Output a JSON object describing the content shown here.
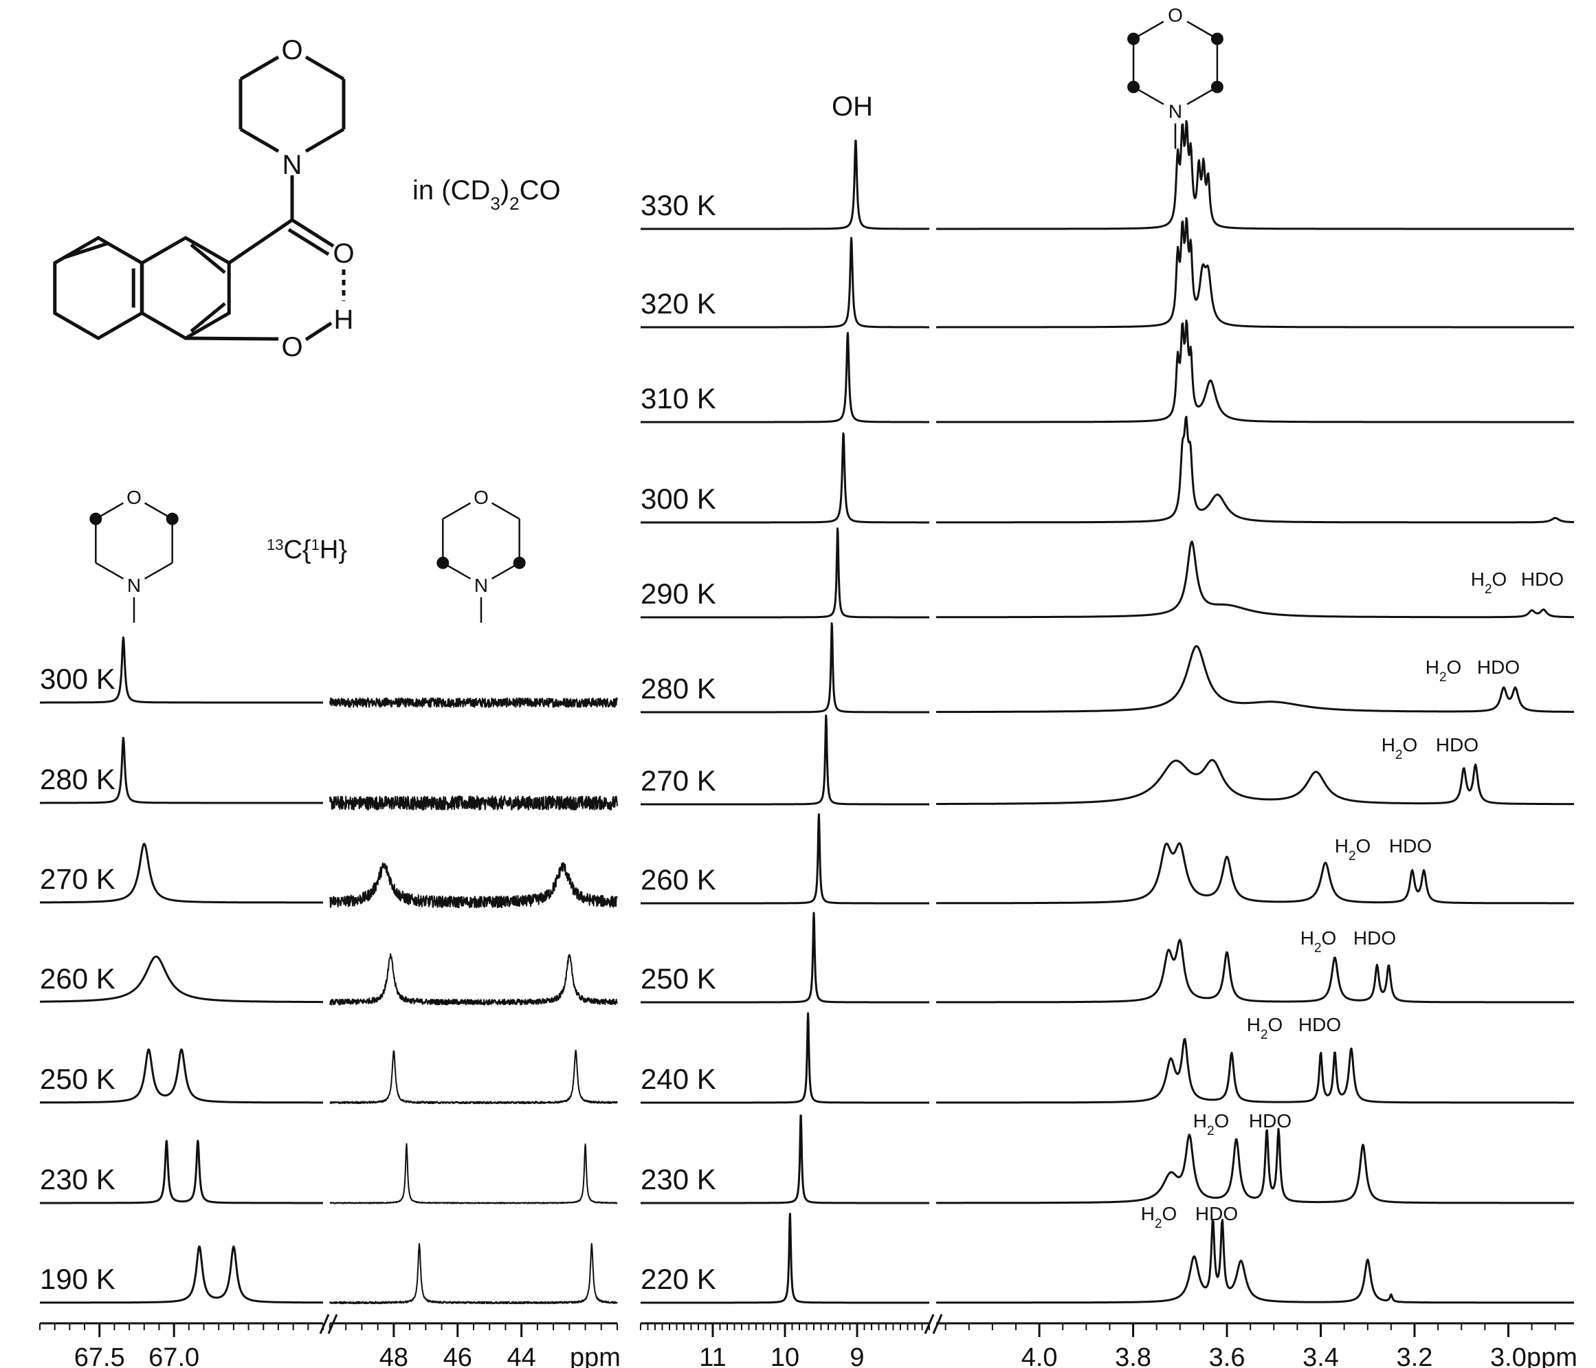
{
  "solvent_label": "in (CD3)2CO",
  "carbon_label": "13C{1H}",
  "oh_label": "OH",
  "h2o_label": "H2O",
  "hdo_label": "HDO",
  "structure_atoms": {
    "O": "O",
    "N": "N",
    "H": "H"
  },
  "chart_data": [
    {
      "id": "c13-methylene",
      "type": "line",
      "panel": "13C{1H} NMR",
      "xlabel": "",
      "tick_labels": [
        "67.5",
        "67.0"
      ],
      "xlim": [
        66.0,
        67.9
      ],
      "x_reversed": true,
      "series": [
        {
          "name": "300 K",
          "peaks": [
            {
              "x": 67.34,
              "h": 1.0,
              "w": 0.012
            }
          ]
        },
        {
          "name": "280 K",
          "peaks": [
            {
              "x": 67.34,
              "h": 1.0,
              "w": 0.012
            }
          ]
        },
        {
          "name": "270 K",
          "peaks": [
            {
              "x": 67.2,
              "h": 0.9,
              "w": 0.04
            }
          ]
        },
        {
          "name": "260 K",
          "peaks": [
            {
              "x": 67.12,
              "h": 0.7,
              "w": 0.09
            }
          ]
        },
        {
          "name": "250 K",
          "peaks": [
            {
              "x": 67.17,
              "h": 0.8,
              "w": 0.03
            },
            {
              "x": 66.95,
              "h": 0.8,
              "w": 0.03
            }
          ]
        },
        {
          "name": "230 K",
          "peaks": [
            {
              "x": 67.05,
              "h": 0.95,
              "w": 0.012
            },
            {
              "x": 66.84,
              "h": 0.95,
              "w": 0.012
            }
          ]
        },
        {
          "name": "190 K",
          "peaks": [
            {
              "x": 66.83,
              "h": 0.85,
              "w": 0.025
            },
            {
              "x": 66.6,
              "h": 0.85,
              "w": 0.025
            }
          ]
        }
      ]
    },
    {
      "id": "c13-ncarbon",
      "type": "line",
      "xlabel": "ppm",
      "tick_labels": [
        "48",
        "46",
        "44"
      ],
      "xlim": [
        41.0,
        50.0
      ],
      "x_reversed": true,
      "series": [
        {
          "name": "300 K",
          "peaks": [],
          "noise": 0.2
        },
        {
          "name": "280 K",
          "peaks": [],
          "noise": 0.3
        },
        {
          "name": "270 K",
          "peaks": [
            {
              "x": 48.3,
              "h": 0.55,
              "w": 0.25
            },
            {
              "x": 42.7,
              "h": 0.55,
              "w": 0.25
            }
          ],
          "noise": 0.25
        },
        {
          "name": "260 K",
          "peaks": [
            {
              "x": 48.1,
              "h": 0.7,
              "w": 0.12
            },
            {
              "x": 42.5,
              "h": 0.7,
              "w": 0.12
            }
          ],
          "noise": 0.12
        },
        {
          "name": "250 K",
          "peaks": [
            {
              "x": 48.0,
              "h": 0.8,
              "w": 0.06
            },
            {
              "x": 42.3,
              "h": 0.8,
              "w": 0.06
            }
          ],
          "noise": 0.04
        },
        {
          "name": "230 K",
          "peaks": [
            {
              "x": 47.6,
              "h": 0.9,
              "w": 0.04
            },
            {
              "x": 42.0,
              "h": 0.9,
              "w": 0.04
            }
          ],
          "noise": 0.02
        },
        {
          "name": "190 K",
          "peaks": [
            {
              "x": 47.2,
              "h": 0.9,
              "w": 0.05
            },
            {
              "x": 41.8,
              "h": 0.9,
              "w": 0.05
            }
          ],
          "noise": 0.04
        }
      ]
    },
    {
      "id": "h1-oh",
      "type": "line",
      "xlabel": "",
      "tick_labels": [
        "11",
        "10",
        "9"
      ],
      "xlim": [
        8.0,
        12.0
      ],
      "x_reversed": true,
      "series": [
        {
          "name": "330 K",
          "peaks": [
            {
              "x": 9.02,
              "h": 1.0,
              "w": 0.02
            }
          ]
        },
        {
          "name": "320 K",
          "peaks": [
            {
              "x": 9.08,
              "h": 1.0,
              "w": 0.02
            }
          ]
        },
        {
          "name": "310 K",
          "peaks": [
            {
              "x": 9.13,
              "h": 1.0,
              "w": 0.02
            }
          ]
        },
        {
          "name": "300 K",
          "peaks": [
            {
              "x": 9.19,
              "h": 1.0,
              "w": 0.02
            }
          ]
        },
        {
          "name": "290 K",
          "peaks": [
            {
              "x": 9.27,
              "h": 1.0,
              "w": 0.015
            }
          ]
        },
        {
          "name": "280 K",
          "peaks": [
            {
              "x": 9.35,
              "h": 1.0,
              "w": 0.015
            }
          ]
        },
        {
          "name": "270 K",
          "peaks": [
            {
              "x": 9.43,
              "h": 1.0,
              "w": 0.015
            }
          ]
        },
        {
          "name": "260 K",
          "peaks": [
            {
              "x": 9.53,
              "h": 1.0,
              "w": 0.015
            }
          ]
        },
        {
          "name": "250 K",
          "peaks": [
            {
              "x": 9.6,
              "h": 1.0,
              "w": 0.015
            }
          ]
        },
        {
          "name": "240 K",
          "peaks": [
            {
              "x": 9.68,
              "h": 1.0,
              "w": 0.015
            }
          ]
        },
        {
          "name": "230 K",
          "peaks": [
            {
              "x": 9.78,
              "h": 1.0,
              "w": 0.015
            }
          ]
        },
        {
          "name": "220 K",
          "peaks": [
            {
              "x": 9.93,
              "h": 1.0,
              "w": 0.015
            }
          ]
        }
      ]
    },
    {
      "id": "h1-morpholine",
      "type": "line",
      "xlabel": "ppm",
      "tick_labels": [
        "4.0",
        "3.8",
        "3.6",
        "3.4",
        "3.2",
        "3.0"
      ],
      "xlim": [
        2.86,
        4.22
      ],
      "x_reversed": true,
      "series": [
        {
          "name": "330 K",
          "peaks": [
            {
              "x": 3.705,
              "h": 0.7,
              "w": 0.004
            },
            {
              "x": 3.695,
              "h": 0.9,
              "w": 0.004
            },
            {
              "x": 3.686,
              "h": 0.9,
              "w": 0.004
            },
            {
              "x": 3.677,
              "h": 0.7,
              "w": 0.004
            },
            {
              "x": 3.66,
              "h": 0.6,
              "w": 0.004
            },
            {
              "x": 3.65,
              "h": 0.6,
              "w": 0.004
            },
            {
              "x": 3.64,
              "h": 0.5,
              "w": 0.004
            }
          ]
        },
        {
          "name": "320 K",
          "peaks": [
            {
              "x": 3.705,
              "h": 0.7,
              "w": 0.004
            },
            {
              "x": 3.695,
              "h": 0.9,
              "w": 0.004
            },
            {
              "x": 3.686,
              "h": 0.9,
              "w": 0.004
            },
            {
              "x": 3.677,
              "h": 0.7,
              "w": 0.004
            },
            {
              "x": 3.652,
              "h": 0.5,
              "w": 0.008
            },
            {
              "x": 3.64,
              "h": 0.5,
              "w": 0.008
            }
          ]
        },
        {
          "name": "310 K",
          "peaks": [
            {
              "x": 3.705,
              "h": 0.6,
              "w": 0.004
            },
            {
              "x": 3.695,
              "h": 0.85,
              "w": 0.004
            },
            {
              "x": 3.686,
              "h": 0.85,
              "w": 0.004
            },
            {
              "x": 3.677,
              "h": 0.6,
              "w": 0.004
            },
            {
              "x": 3.635,
              "h": 0.45,
              "w": 0.014
            }
          ]
        },
        {
          "name": "300 K",
          "peaks": [
            {
              "x": 3.695,
              "h": 0.6,
              "w": 0.005
            },
            {
              "x": 3.687,
              "h": 0.85,
              "w": 0.005
            },
            {
              "x": 3.678,
              "h": 0.6,
              "w": 0.005
            },
            {
              "x": 3.62,
              "h": 0.3,
              "w": 0.022
            },
            {
              "x": 2.9,
              "h": 0.05,
              "w": 0.01
            }
          ]
        },
        {
          "name": "290 K",
          "peaks": [
            {
              "x": 3.675,
              "h": 0.8,
              "w": 0.012
            },
            {
              "x": 3.6,
              "h": 0.12,
              "w": 0.06
            },
            {
              "x": 2.95,
              "h": 0.07,
              "w": 0.008
            },
            {
              "x": 2.925,
              "h": 0.08,
              "w": 0.008
            }
          ]
        },
        {
          "name": "280 K",
          "peaks": [
            {
              "x": 3.665,
              "h": 0.72,
              "w": 0.025
            },
            {
              "x": 3.5,
              "h": 0.1,
              "w": 0.08
            },
            {
              "x": 3.01,
              "h": 0.25,
              "w": 0.008
            },
            {
              "x": 2.985,
              "h": 0.25,
              "w": 0.008
            }
          ]
        },
        {
          "name": "270 K",
          "peaks": [
            {
              "x": 3.71,
              "h": 0.45,
              "w": 0.04
            },
            {
              "x": 3.63,
              "h": 0.4,
              "w": 0.025
            },
            {
              "x": 3.41,
              "h": 0.35,
              "w": 0.025
            },
            {
              "x": 3.095,
              "h": 0.38,
              "w": 0.006
            },
            {
              "x": 3.07,
              "h": 0.42,
              "w": 0.006
            }
          ]
        },
        {
          "name": "260 K",
          "peaks": [
            {
              "x": 3.73,
              "h": 0.55,
              "w": 0.015
            },
            {
              "x": 3.7,
              "h": 0.55,
              "w": 0.015
            },
            {
              "x": 3.6,
              "h": 0.5,
              "w": 0.012
            },
            {
              "x": 3.39,
              "h": 0.45,
              "w": 0.012
            },
            {
              "x": 3.205,
              "h": 0.35,
              "w": 0.006
            },
            {
              "x": 3.18,
              "h": 0.35,
              "w": 0.006
            }
          ]
        },
        {
          "name": "250 K",
          "peaks": [
            {
              "x": 3.725,
              "h": 0.5,
              "w": 0.012
            },
            {
              "x": 3.7,
              "h": 0.6,
              "w": 0.01
            },
            {
              "x": 3.6,
              "h": 0.55,
              "w": 0.008
            },
            {
              "x": 3.37,
              "h": 0.5,
              "w": 0.008
            },
            {
              "x": 3.28,
              "h": 0.4,
              "w": 0.005
            },
            {
              "x": 3.255,
              "h": 0.4,
              "w": 0.005
            }
          ]
        },
        {
          "name": "240 K",
          "peaks": [
            {
              "x": 3.72,
              "h": 0.45,
              "w": 0.012
            },
            {
              "x": 3.69,
              "h": 0.65,
              "w": 0.008
            },
            {
              "x": 3.59,
              "h": 0.55,
              "w": 0.006
            },
            {
              "x": 3.4,
              "h": 0.55,
              "w": 0.004
            },
            {
              "x": 3.37,
              "h": 0.55,
              "w": 0.004
            },
            {
              "x": 3.335,
              "h": 0.6,
              "w": 0.006
            }
          ]
        },
        {
          "name": "230 K",
          "peaks": [
            {
              "x": 3.72,
              "h": 0.3,
              "w": 0.02
            },
            {
              "x": 3.68,
              "h": 0.7,
              "w": 0.01
            },
            {
              "x": 3.58,
              "h": 0.7,
              "w": 0.008
            },
            {
              "x": 3.515,
              "h": 0.8,
              "w": 0.004
            },
            {
              "x": 3.49,
              "h": 0.8,
              "w": 0.004
            },
            {
              "x": 3.31,
              "h": 0.65,
              "w": 0.008
            }
          ]
        },
        {
          "name": "220 K",
          "peaks": [
            {
              "x": 3.67,
              "h": 0.5,
              "w": 0.012
            },
            {
              "x": 3.63,
              "h": 0.85,
              "w": 0.004
            },
            {
              "x": 3.61,
              "h": 0.85,
              "w": 0.004
            },
            {
              "x": 3.57,
              "h": 0.45,
              "w": 0.012
            },
            {
              "x": 3.3,
              "h": 0.48,
              "w": 0.008
            },
            {
              "x": 3.25,
              "h": 0.08,
              "w": 0.003
            }
          ]
        }
      ]
    }
  ]
}
